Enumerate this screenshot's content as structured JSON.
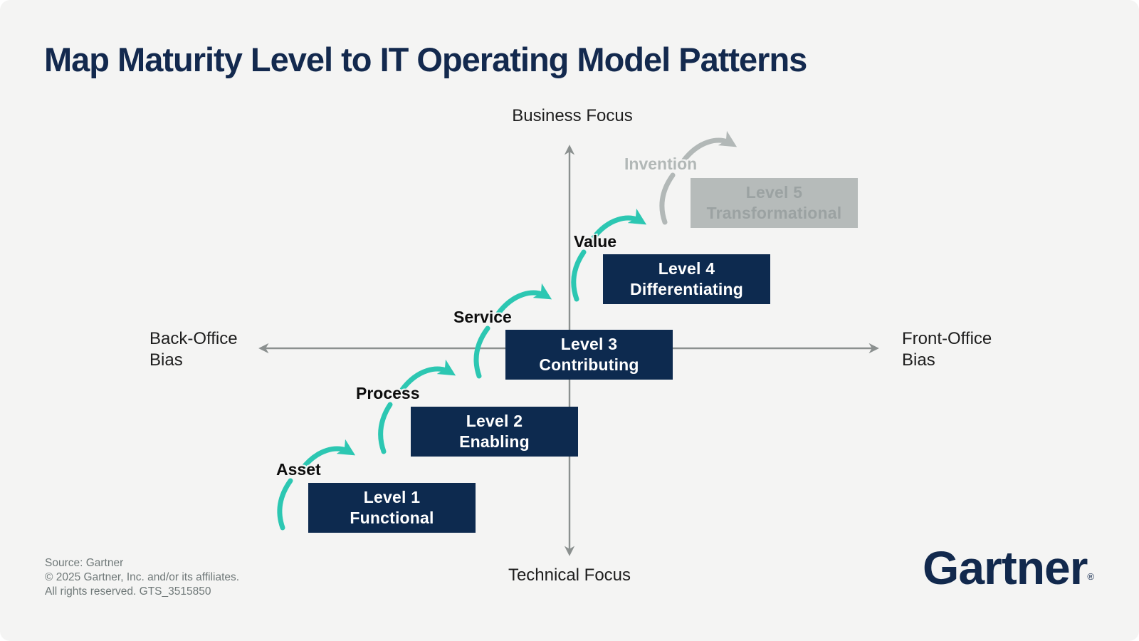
{
  "title": "Map Maturity Level to IT Operating Model Patterns",
  "colors": {
    "background": "#f4f4f3",
    "navy_box": "#0d2a4f",
    "navy_title": "#13294e",
    "teal_arrow": "#2cc7b2",
    "muted_box": "#b6bbba",
    "muted_box_text": "#9ba2a2",
    "muted_arrow": "#b2b8b7",
    "axis_gray": "#8b908f",
    "footer_gray": "#6f7878"
  },
  "axes": {
    "top": "Business Focus",
    "bottom": "Technical Focus",
    "left": "Back-Office\nBias",
    "right": "Front-Office\nBias"
  },
  "levels": [
    {
      "line1": "Level 1",
      "line2": "Functional",
      "transition": "Asset"
    },
    {
      "line1": "Level 2",
      "line2": "Enabling",
      "transition": "Process"
    },
    {
      "line1": "Level 3",
      "line2": "Contributing",
      "transition": "Service"
    },
    {
      "line1": "Level 4",
      "line2": "Differentiating",
      "transition": "Value"
    },
    {
      "line1": "Level 5",
      "line2": "Transformational",
      "transition": "Invention"
    }
  ],
  "footer": {
    "line1": "Source: Gartner",
    "line2": "© 2025 Gartner, Inc. and/or its affiliates.",
    "line3": "All rights reserved. GTS_3515850"
  },
  "logo": {
    "text": "Gartner",
    "registered": "®"
  }
}
